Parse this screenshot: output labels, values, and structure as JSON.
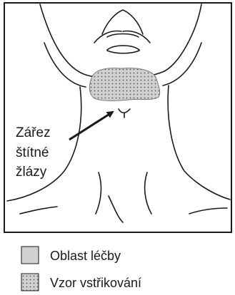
{
  "diagram": {
    "annotation": {
      "line1": "Zářez",
      "line2": "štítné",
      "line3": "žlázy"
    },
    "legend": {
      "items": [
        {
          "label": "Oblast léčby",
          "swatch": "solid-gray"
        },
        {
          "label": "Vzor vstřikování",
          "swatch": "dotted-gray"
        }
      ]
    },
    "colors": {
      "frame": "#1a1a1a",
      "line_art": "#1a1a1a",
      "treatment_fill": "#d0d0d0",
      "dot": "#555555"
    }
  }
}
